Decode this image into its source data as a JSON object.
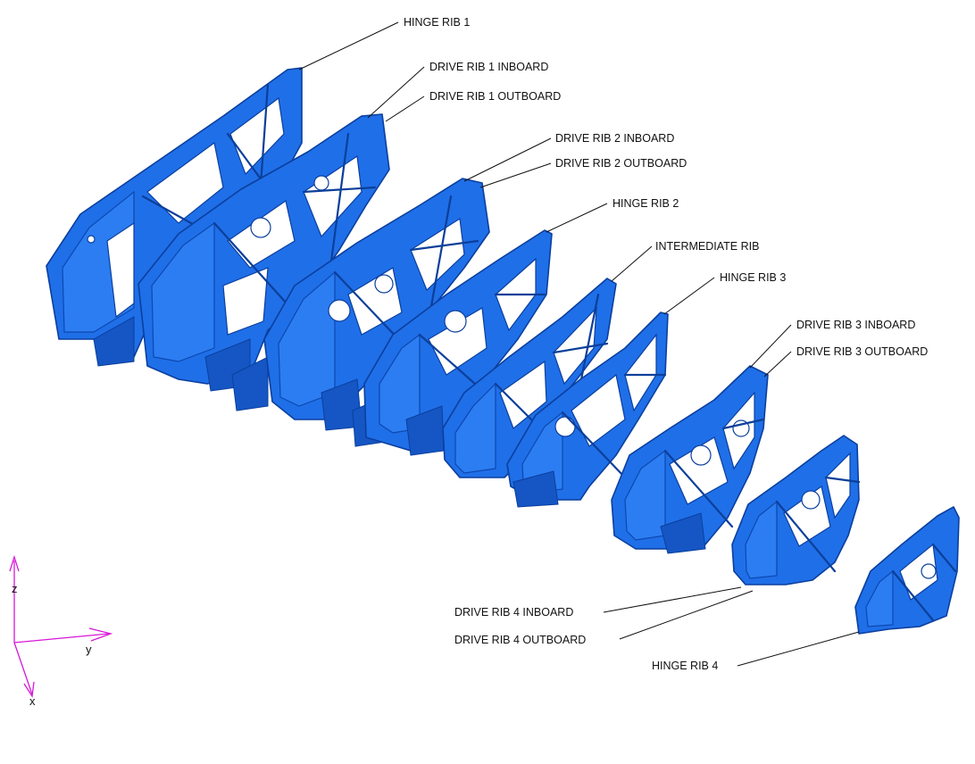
{
  "labels": {
    "hinge_rib_1": "HINGE RIB 1",
    "drive_rib_1_inboard": "DRIVE RIB 1 INBOARD",
    "drive_rib_1_outboard": "DRIVE RIB 1 OUTBOARD",
    "drive_rib_2_inboard": "DRIVE RIB 2 INBOARD",
    "drive_rib_2_outboard": "DRIVE RIB 2 OUTBOARD",
    "hinge_rib_2": "HINGE RIB 2",
    "intermediate_rib": "INTERMEDIATE RIB",
    "hinge_rib_3": "HINGE RIB 3",
    "drive_rib_3_inboard": "DRIVE RIB 3 INBOARD",
    "drive_rib_3_outboard": "DRIVE RIB 3 OUTBOARD",
    "drive_rib_4_inboard": "DRIVE RIB 4 INBOARD",
    "drive_rib_4_outboard": "DRIVE RIB 4 OUTBOARD",
    "hinge_rib_4": "HINGE RIB 4"
  },
  "axes": {
    "z": "z",
    "y": "y",
    "x": "x"
  },
  "colors": {
    "rib_blue": "#1f6fe8",
    "rib_edge": "#0b3f9e",
    "axis_magenta": "#d818d8",
    "leader": "#111111"
  }
}
